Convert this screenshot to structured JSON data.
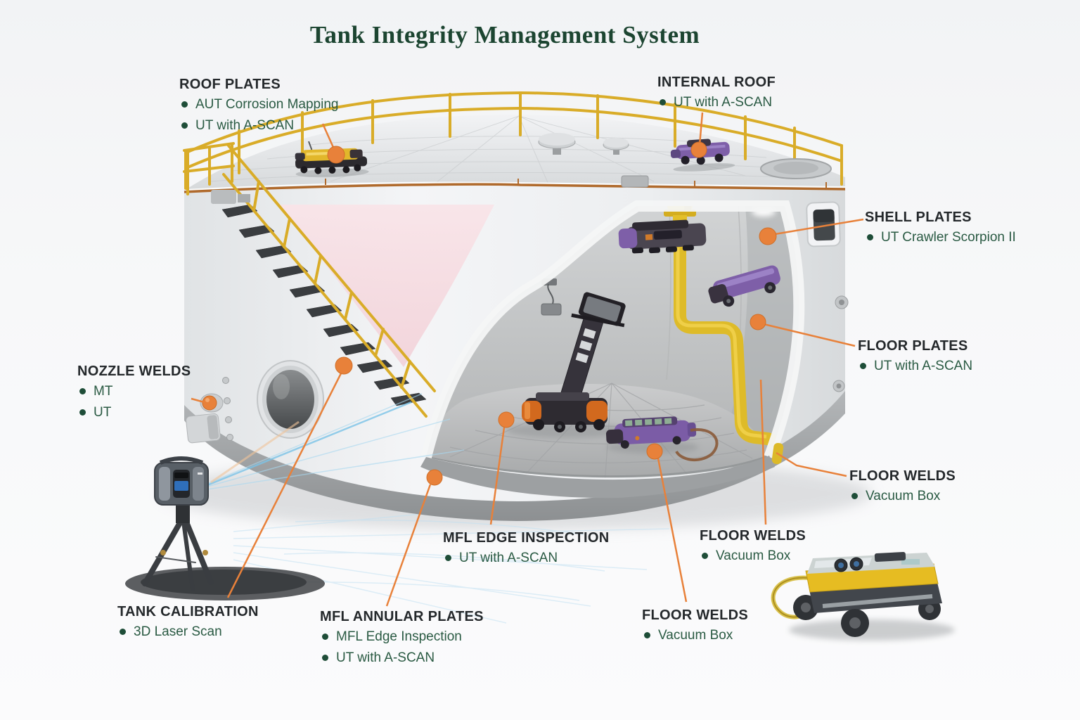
{
  "title": "Tank Integrity Management System",
  "callouts": [
    {
      "id": "roof-plates",
      "heading": "ROOF PLATES",
      "bullets": [
        "AUT Corrosion Mapping",
        "UT with A-SCAN"
      ]
    },
    {
      "id": "internal-roof",
      "heading": "INTERNAL ROOF",
      "bullets": [
        "UT with A-SCAN"
      ]
    },
    {
      "id": "shell-plates",
      "heading": "SHELL PLATES",
      "bullets": [
        "UT Crawler Scorpion II"
      ]
    },
    {
      "id": "floor-plates",
      "heading": "FLOOR PLATES",
      "bullets": [
        "UT with A-SCAN"
      ]
    },
    {
      "id": "nozzle-welds",
      "heading": "NOZZLE WELDS",
      "bullets": [
        "MT",
        "UT"
      ]
    },
    {
      "id": "floor-welds-right",
      "heading": "FLOOR WELDS",
      "bullets": [
        "Vacuum Box"
      ]
    },
    {
      "id": "mfl-edge-inspection",
      "heading": "MFL EDGE INSPECTION",
      "bullets": [
        "UT with A-SCAN"
      ]
    },
    {
      "id": "floor-welds-mid",
      "heading": "FLOOR WELDS",
      "bullets": [
        "Vacuum Box"
      ]
    },
    {
      "id": "tank-calibration",
      "heading": "TANK CALIBRATION",
      "bullets": [
        "3D Laser Scan"
      ]
    },
    {
      "id": "mfl-annular-plates",
      "heading": "MFL ANNULAR PLATES",
      "bullets": [
        "MFL Edge Inspection",
        "UT with A-SCAN"
      ]
    },
    {
      "id": "floor-welds-bottom",
      "heading": "FLOOR WELDS",
      "bullets": [
        "Vacuum Box"
      ]
    }
  ],
  "colors": {
    "accent_orange": "#E8813A",
    "title_green": "#1C4531",
    "heading_dark": "#24282B",
    "bullet_green": "#2A5A43",
    "rail_yellow": "#D9AC28",
    "pipe_yellow": "#E3BF2C",
    "robot_purple": "#7E5FA8",
    "panel_pink": "#F7DBE0"
  }
}
